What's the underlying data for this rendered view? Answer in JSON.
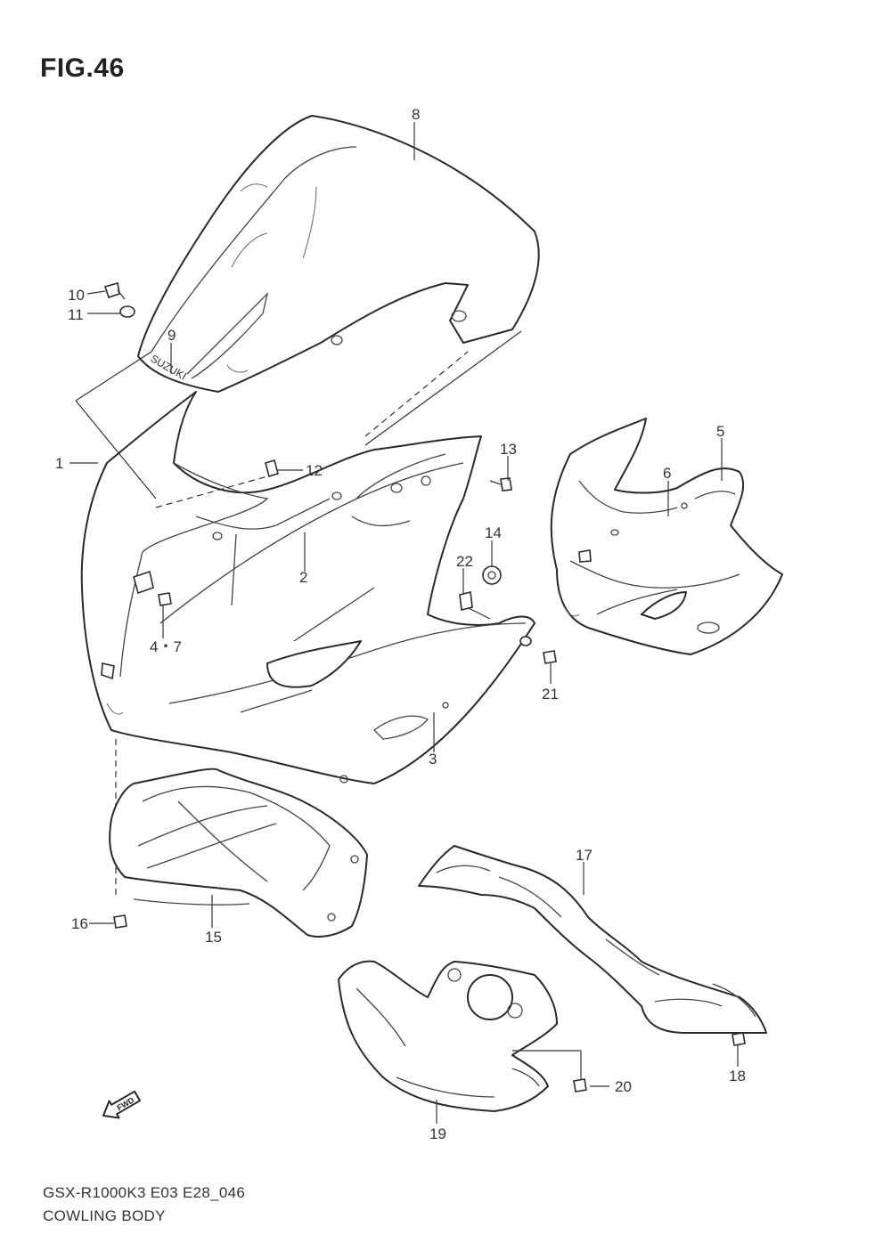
{
  "figure": {
    "title": "FIG.46"
  },
  "callouts": [
    {
      "id": "c1",
      "text": "1"
    },
    {
      "id": "c2",
      "text": "2"
    },
    {
      "id": "c3",
      "text": "3"
    },
    {
      "id": "c47",
      "text": "4・7"
    },
    {
      "id": "c5",
      "text": "5"
    },
    {
      "id": "c6",
      "text": "6"
    },
    {
      "id": "c8",
      "text": "8"
    },
    {
      "id": "c9",
      "text": "9"
    },
    {
      "id": "c10",
      "text": "10"
    },
    {
      "id": "c11",
      "text": "11"
    },
    {
      "id": "c12",
      "text": "12"
    },
    {
      "id": "c13",
      "text": "13"
    },
    {
      "id": "c14",
      "text": "14"
    },
    {
      "id": "c15",
      "text": "15"
    },
    {
      "id": "c16",
      "text": "16"
    },
    {
      "id": "c17",
      "text": "17"
    },
    {
      "id": "c18",
      "text": "18"
    },
    {
      "id": "c19",
      "text": "19"
    },
    {
      "id": "c20",
      "text": "20"
    },
    {
      "id": "c21",
      "text": "21"
    },
    {
      "id": "c22",
      "text": "22"
    }
  ],
  "emblem": {
    "windscreen_logo": "SUZUKI",
    "direction_marker": "FWD"
  },
  "footer": {
    "model_code": "GSX-R1000K3 E03 E28_046",
    "section_name": "COWLING BODY"
  }
}
